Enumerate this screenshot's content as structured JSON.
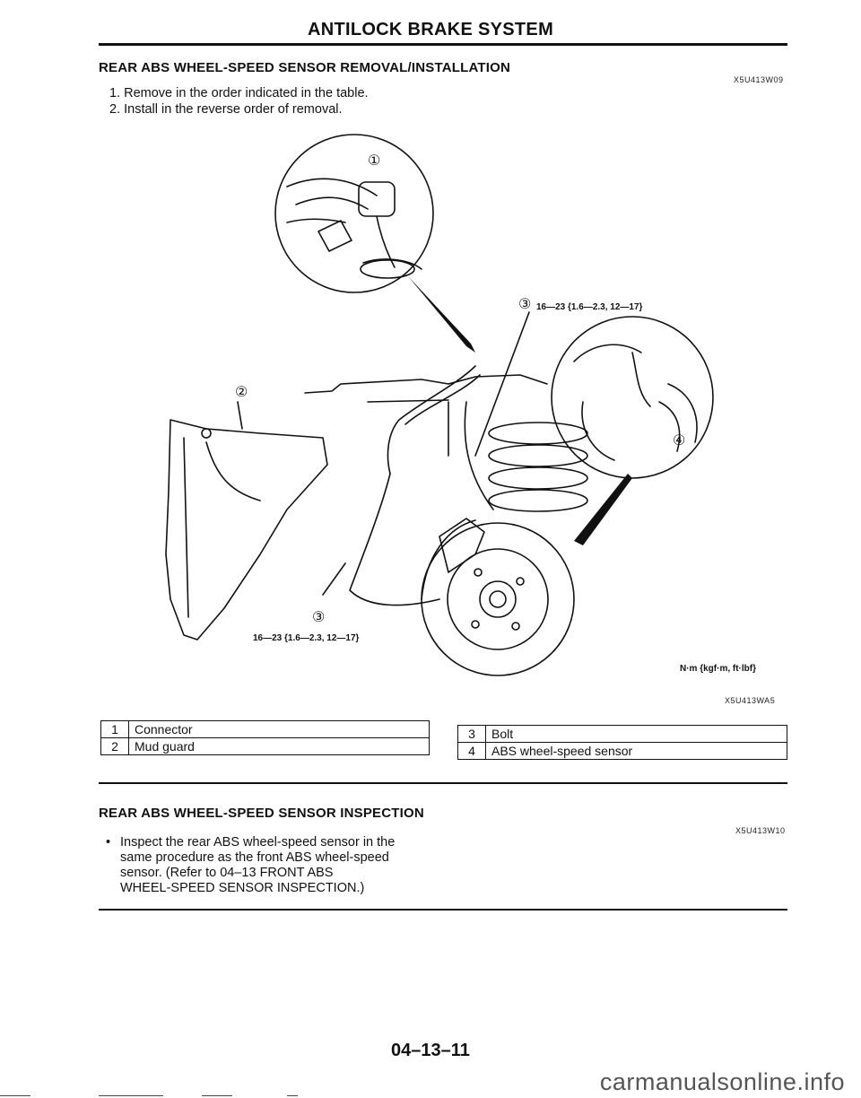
{
  "header": {
    "title": "ANTILOCK BRAKE SYSTEM"
  },
  "removal": {
    "title": "REAR ABS WHEEL-SPEED SENSOR REMOVAL/INSTALLATION",
    "code": "X5U413W09",
    "steps": [
      "1. Remove in the order indicated in the table.",
      "2. Install in the reverse order of removal."
    ]
  },
  "figure": {
    "callouts": [
      "①",
      "②",
      "③",
      "③",
      "④"
    ],
    "torque_top": "16—23 {1.6—2.3, 12—17}",
    "torque_bottom": "16—23 {1.6—2.3, 12—17}",
    "units": "N·m {kgf·m, ft·lbf}",
    "code": "X5U413WA5"
  },
  "parts_left": [
    {
      "num": "1",
      "name": "Connector"
    },
    {
      "num": "2",
      "name": "Mud guard"
    }
  ],
  "parts_right": [
    {
      "num": "3",
      "name": "Bolt"
    },
    {
      "num": "4",
      "name": "ABS wheel-speed sensor"
    }
  ],
  "inspection": {
    "title": "REAR ABS WHEEL-SPEED SENSOR INSPECTION",
    "code": "X5U413W10",
    "bullet": "•",
    "lines": [
      "Inspect the rear ABS wheel-speed sensor in the",
      "same procedure as the front ABS wheel-speed",
      "sensor. (Refer to 04–13 FRONT ABS",
      "WHEEL-SPEED SENSOR INSPECTION.)"
    ]
  },
  "footer": {
    "page_number": "04–13–11",
    "watermark": "carmanualsonline.info"
  }
}
